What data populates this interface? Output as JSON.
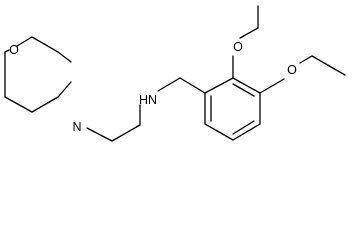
{
  "molecule": {
    "atom_labels": {
      "morpholine_oxygen": "O",
      "morpholine_nitrogen": "N",
      "amine": "HN",
      "methoxy_upper_oxygen": "O",
      "methoxy_right_oxygen": "O"
    },
    "colors": {
      "bond": "#000000",
      "label": "#000000",
      "background": "#ffffff"
    }
  }
}
